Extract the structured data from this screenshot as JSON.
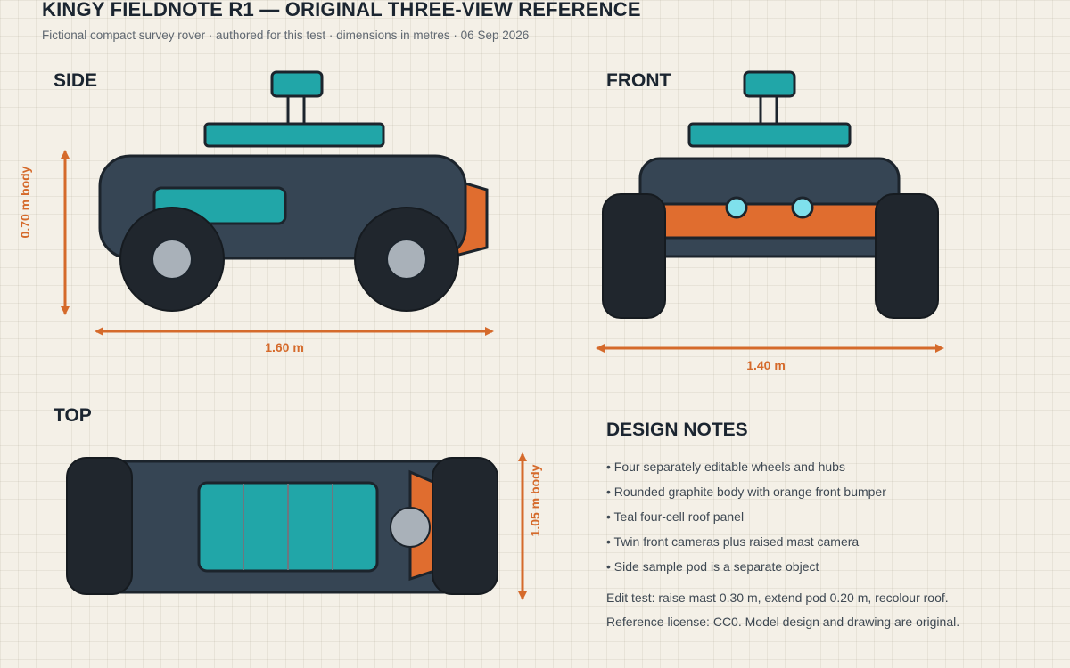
{
  "header": {
    "title": "KINGY FIELDNOTE R1 — ORIGINAL THREE-VIEW REFERENCE",
    "subtitle": "Fictional compact survey rover · authored for this test · dimensions in metres · 06 Sep 2026"
  },
  "views": {
    "side": {
      "label": "SIDE",
      "height_dim": "0.70 m body",
      "length_dim": "1.60 m"
    },
    "front": {
      "label": "FRONT",
      "width_dim": "1.40 m"
    },
    "top": {
      "label": "TOP",
      "width_dim": "1.05 m body"
    }
  },
  "notes": {
    "title": "DESIGN NOTES",
    "items": [
      "• Four separately editable wheels and hubs",
      "• Rounded graphite body with orange front bumper",
      "• Teal four-cell roof panel",
      "• Twin front cameras plus raised mast camera",
      "• Side sample pod is a separate object"
    ],
    "edit_test": "Edit test: raise mast 0.30 m, extend pod 0.20 m, recolour roof.",
    "license": "Reference license: CC0. Model design and drawing are original."
  },
  "colors": {
    "background": "#f4f0e7",
    "body": "#364554",
    "outline": "#1c242c",
    "teal": "#21a6a8",
    "orange": "#e06d2f",
    "tire": "#20262d",
    "hub": "#a9b1b9",
    "camera": "#7fe0ec",
    "dimension": "#d56a2b"
  }
}
